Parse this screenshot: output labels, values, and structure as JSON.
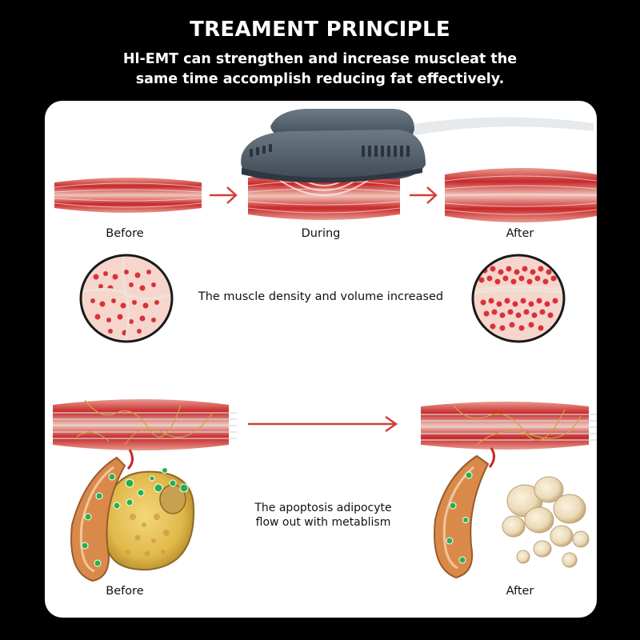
{
  "header": {
    "title": "TREAMENT PRINCIPLE",
    "subtitle_line1": "Hl-EMT can strengthen and increase muscleat the",
    "subtitle_line2": "same time accomplish reducing fat effectively."
  },
  "muscle_stage": {
    "before_label": "Before",
    "during_label": "During",
    "after_label": "After"
  },
  "density": {
    "caption": "The muscle density and volume increased"
  },
  "fat_stage": {
    "before_label": "Before",
    "after_label": "After",
    "caption_line1": "The apoptosis adipocyte",
    "caption_line2": "flow out with metablism"
  },
  "colors": {
    "muscle_red": "#c8282a",
    "arrow_red": "#d0403a",
    "device_gray": "#4d5964",
    "fat_yellow": "#e6c24a",
    "vessel_orange": "#d98a4a"
  }
}
